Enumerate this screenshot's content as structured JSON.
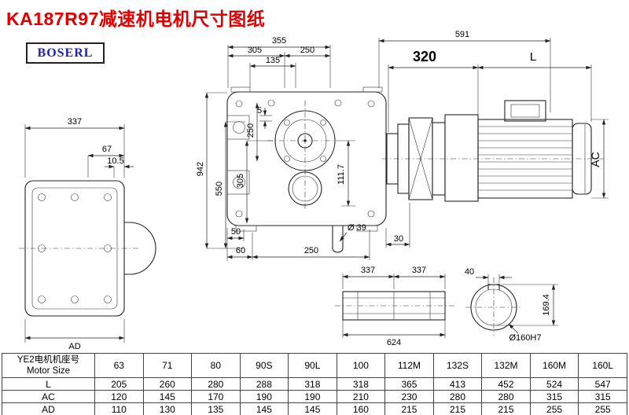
{
  "title": "KA187R97减速机电机尺寸图纸",
  "logo": "BOSERL",
  "colors": {
    "title_red": "#e10000",
    "logo_blue": "#2222b0",
    "line": "#222222"
  },
  "drawing": {
    "front_view": {
      "top_355": "355",
      "top_591": "591",
      "top_305": "305",
      "top_250": "250",
      "top_135": "135",
      "left_942": "942",
      "left_550": "550",
      "left_305": "305",
      "left_250": "250",
      "left_5": "5",
      "inner_111_7": "111.7",
      "bottom_50": "50",
      "bottom_60": "60",
      "bottom_250": "250",
      "hole_dia_39": "Ø 39",
      "bottom_30": "30"
    },
    "motor_view": {
      "flange_320": "320",
      "length_L": "L",
      "dia_AC": "AC"
    },
    "side_view": {
      "width_337": "337",
      "dim_67": "67",
      "dim_10_5": "10.5",
      "dim_AD": "AD"
    },
    "shaft_view": {
      "left_337": "337",
      "right_337": "337",
      "total_624": "624"
    },
    "bore_view": {
      "keyway_40": "40",
      "height_169_4": "169.4",
      "bore_dia": "Ø160H7"
    }
  },
  "table": {
    "header_cn": "YE2电机机座号",
    "header_en": "Motor Size",
    "columns": [
      "63",
      "71",
      "80",
      "90S",
      "90L",
      "100",
      "112M",
      "132S",
      "132M",
      "160M",
      "160L"
    ],
    "rows": [
      {
        "label": "L",
        "values": [
          "205",
          "260",
          "280",
          "288",
          "318",
          "318",
          "365",
          "413",
          "452",
          "524",
          "547"
        ]
      },
      {
        "label": "AC",
        "values": [
          "120",
          "145",
          "170",
          "190",
          "190",
          "210",
          "230",
          "280",
          "280",
          "315",
          "315"
        ]
      },
      {
        "label": "AD",
        "values": [
          "110",
          "130",
          "135",
          "145",
          "145",
          "160",
          "215",
          "215",
          "215",
          "255",
          "255"
        ]
      }
    ]
  }
}
